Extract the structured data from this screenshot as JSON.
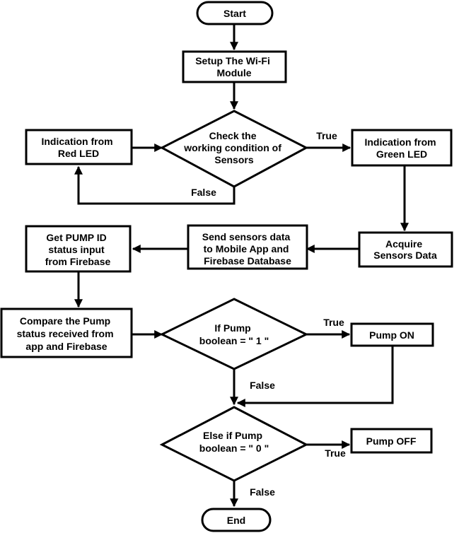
{
  "nodes": {
    "start": {
      "lines": [
        "Start"
      ]
    },
    "setup": {
      "lines": [
        "Setup The Wi-Fi",
        "Module"
      ]
    },
    "check": {
      "lines": [
        "Check the",
        "working condition of",
        "Sensors"
      ]
    },
    "red_led": {
      "lines": [
        "Indication from",
        "Red LED"
      ]
    },
    "green_led": {
      "lines": [
        "Indication from",
        "Green LED"
      ]
    },
    "acquire": {
      "lines": [
        "Acquire",
        "Sensors Data"
      ]
    },
    "send": {
      "lines": [
        "Send sensors data",
        "to Mobile App and",
        "Firebase Database"
      ]
    },
    "get_pump": {
      "lines": [
        "Get PUMP ID",
        "status input",
        "from Firebase"
      ]
    },
    "compare": {
      "lines": [
        "Compare the Pump",
        "status received from",
        "app and Firebase"
      ]
    },
    "if_pump": {
      "lines": [
        "If Pump",
        "boolean = \" 1 \""
      ]
    },
    "pump_on": {
      "lines": [
        "Pump ON"
      ]
    },
    "else_if": {
      "lines": [
        "Else if Pump",
        "boolean = \" 0 \""
      ]
    },
    "pump_off": {
      "lines": [
        "Pump OFF"
      ]
    },
    "end": {
      "lines": [
        "End"
      ]
    }
  },
  "edge_labels": {
    "check_true": "True",
    "check_false": "False",
    "if_true": "True",
    "if_false": "False",
    "else_true": "True",
    "else_false": "False"
  }
}
